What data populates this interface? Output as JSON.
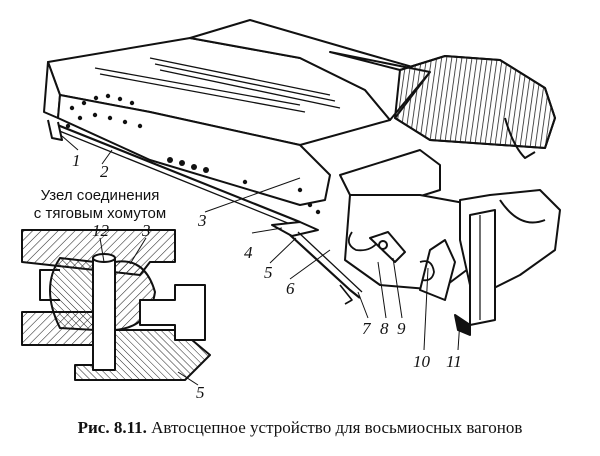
{
  "figure": {
    "number": "Рис. 8.11.",
    "caption": "Автосцепное устройство для восьмиосных вагонов"
  },
  "inset": {
    "title_line1": "Узел соединения",
    "title_line2": "с тяговым хомутом"
  },
  "callouts": {
    "c1": "1",
    "c2": "2",
    "c3": "3",
    "c4": "4",
    "c5": "5",
    "c6": "6",
    "c7": "7",
    "c8": "8",
    "c9": "9",
    "c10": "10",
    "c11": "11",
    "inset_c12": "12",
    "inset_c3": "3",
    "inset_c5": "5"
  }
}
